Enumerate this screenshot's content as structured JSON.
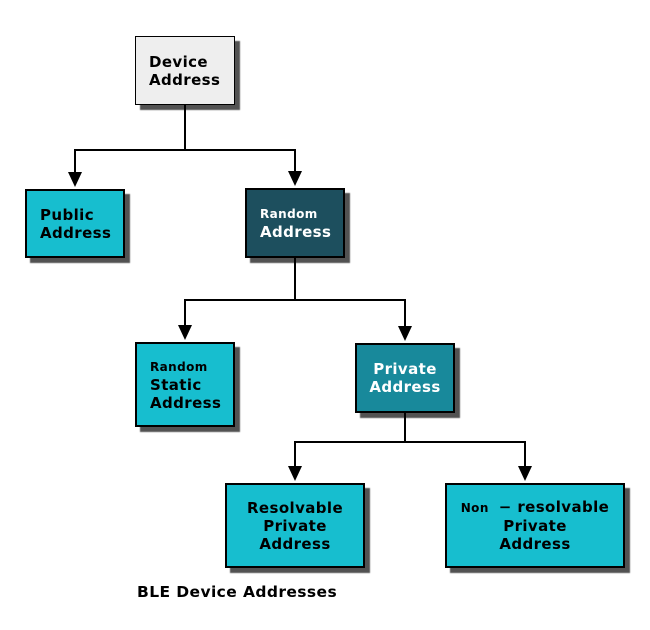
{
  "diagram": {
    "caption": "BLE Device Addresses",
    "colors": {
      "root_fill": "#eeeeee",
      "cyan_fill": "#17becf",
      "dark_fill": "#1d4f5e",
      "teal_fill": "#18899b",
      "line": "#000000"
    },
    "nodes": {
      "device": {
        "line1": "Device",
        "line2": "Address"
      },
      "public": {
        "line1": "Public",
        "line2": "Address"
      },
      "random": {
        "line1": "Random",
        "line2": "Address"
      },
      "random_static": {
        "line1": "Random",
        "line2": "Static",
        "line3": "Address"
      },
      "private": {
        "line1": "Private",
        "line2": "Address"
      },
      "resolvable": {
        "line1": "Resolvable",
        "line2": "Private",
        "line3": "Address"
      },
      "non_resolvable": {
        "line1_prefix": "Non",
        "line1_rest": "− resolvable",
        "line2": "Private",
        "line3": "Address"
      }
    }
  }
}
